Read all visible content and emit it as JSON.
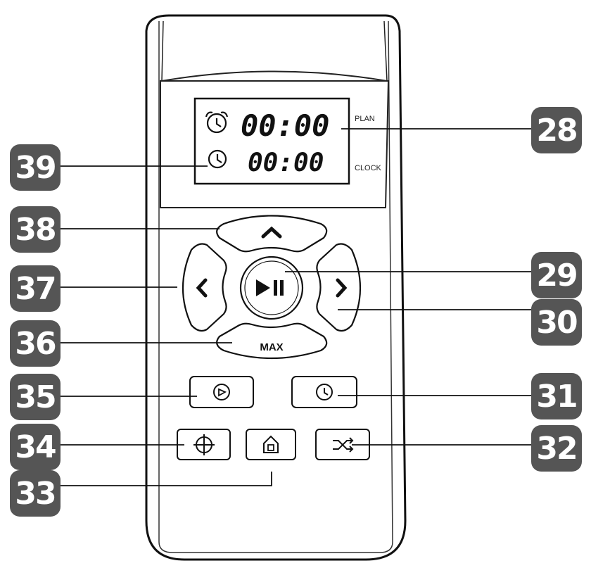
{
  "display": {
    "plan_time": "00:00",
    "clock_time": "00:00",
    "plan_label": "PLAN",
    "clock_label": "CLOCK"
  },
  "buttons": {
    "max_label": "MAX"
  },
  "callouts": [
    {
      "id": "28",
      "label": "28"
    },
    {
      "id": "29",
      "label": "29"
    },
    {
      "id": "30",
      "label": "30"
    },
    {
      "id": "31",
      "label": "31"
    },
    {
      "id": "32",
      "label": "32"
    },
    {
      "id": "33",
      "label": "33"
    },
    {
      "id": "34",
      "label": "34"
    },
    {
      "id": "35",
      "label": "35"
    },
    {
      "id": "36",
      "label": "36"
    },
    {
      "id": "37",
      "label": "37"
    },
    {
      "id": "38",
      "label": "38"
    },
    {
      "id": "39",
      "label": "39"
    }
  ],
  "icons": {
    "plan": "alarm-clock-icon",
    "clock": "clock-icon",
    "up": "chevron-up-icon",
    "left": "chevron-left-icon",
    "right": "chevron-right-icon",
    "play_pause": "play-pause-icon",
    "spot": "spot-clean-icon",
    "schedule": "clock-icon",
    "target": "crosshair-icon",
    "home": "home-icon",
    "random": "shuffle-icon"
  }
}
